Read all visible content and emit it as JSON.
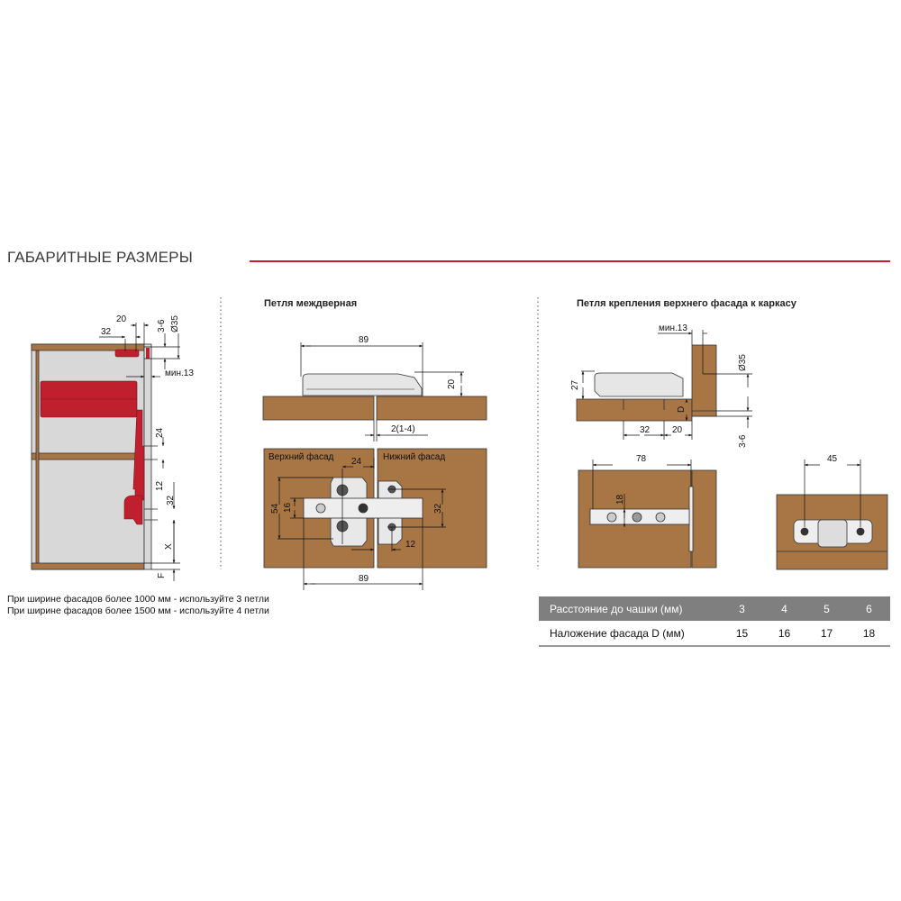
{
  "header": {
    "title": "ГАБАРИТНЫЕ РАЗМЕРЫ",
    "accent": "#c0202e"
  },
  "colors": {
    "wood": "#a87545",
    "mechanism": "#c0202e",
    "panel": "#d8d8d8"
  },
  "left_drawing": {
    "dims": {
      "d20": "20",
      "d32": "32",
      "d3_6": "3-6",
      "d35": "Ø35",
      "min13": "мин.13",
      "d24": "24",
      "d12": "12",
      "d32b": "32",
      "x": "X",
      "f": "F"
    },
    "notes": [
      "При ширине фасадов более 1000 мм - используйте 3 петли",
      "При ширине фасадов более 1500 мм - используйте 4 петли"
    ]
  },
  "middle_drawing": {
    "title": "Петля междверная",
    "upper_label": "Верхний фасад",
    "lower_label": "Нижний фасад",
    "dims": {
      "d89": "89",
      "d20": "20",
      "gap": "2(1-4)",
      "d24": "24",
      "d54": "54",
      "d16": "16",
      "d32": "32",
      "d12": "12",
      "d89b": "89"
    }
  },
  "right_drawing": {
    "title": "Петля крепления верхнего фасада к каркасу",
    "dims": {
      "min13": "мин.13",
      "d27": "27",
      "d35": "Ø35",
      "D": "D",
      "d32": "32",
      "d20": "20",
      "d3_6": "3-6",
      "d78": "78",
      "d18": "18",
      "d45": "45"
    }
  },
  "table": {
    "rows": [
      {
        "label": "Расстояние до чашки (мм)",
        "values": [
          "3",
          "4",
          "5",
          "6"
        ]
      },
      {
        "label": "Наложение фасада D (мм)",
        "values": [
          "15",
          "16",
          "17",
          "18"
        ]
      }
    ]
  }
}
